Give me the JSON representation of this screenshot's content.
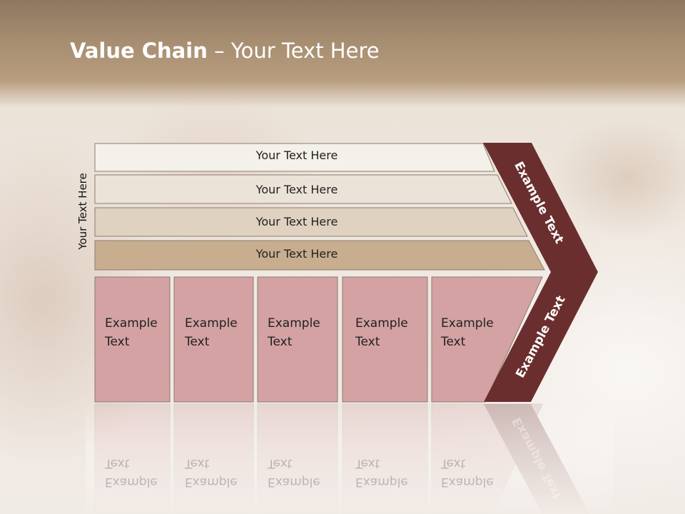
{
  "slide": {
    "title_bold": "Value Chain",
    "title_rest": " – Your Text Here",
    "side_label": "Your Text Here"
  },
  "bars": [
    {
      "label": "Your Text Here",
      "fill": "#f4f0ea"
    },
    {
      "label": "Your Text Here",
      "fill": "#ece3d8"
    },
    {
      "label": "Your Text Here",
      "fill": "#e0d2c0"
    },
    {
      "label": "Your Text Here",
      "fill": "#c8ad8e"
    }
  ],
  "boxes": [
    {
      "line1": "Example",
      "line2": "Text"
    },
    {
      "line1": "Example",
      "line2": "Text"
    },
    {
      "line1": "Example",
      "line2": "Text"
    },
    {
      "line1": "Example",
      "line2": "Text"
    },
    {
      "line1": "Example",
      "line2": "Text"
    }
  ],
  "chevron": {
    "upper_label": "Example Text",
    "lower_label": "Example Text",
    "fill": "#6b2e2e"
  },
  "colors": {
    "box_fill": "#d4a2a3",
    "header": "#a88e71"
  }
}
